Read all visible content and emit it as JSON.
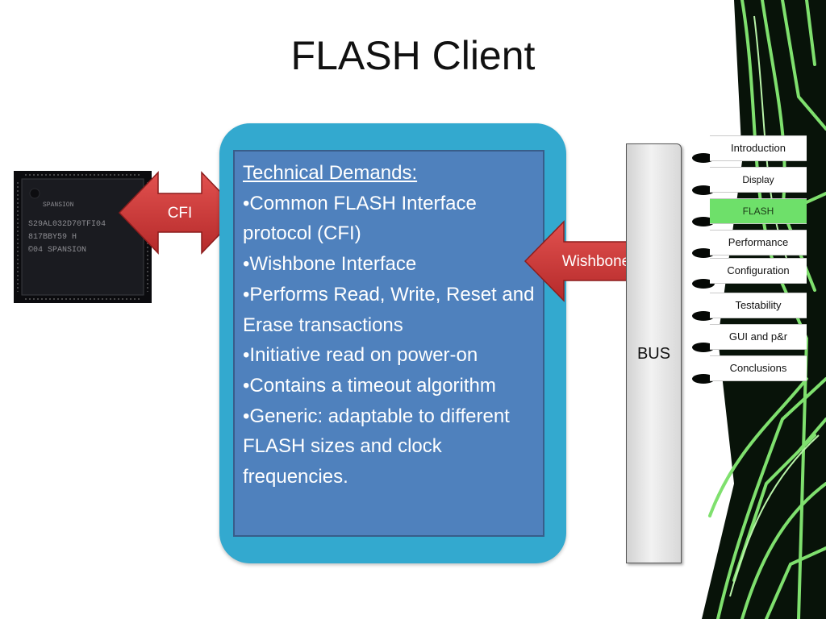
{
  "slide": {
    "title": "FLASH Client"
  },
  "left_arrow": {
    "label": "CFI"
  },
  "right_arrow": {
    "label": "Wishbone"
  },
  "panel": {
    "heading": "Technical Demands:",
    "items": [
      "•Common FLASH Interface protocol  (CFI)",
      "•Wishbone Interface",
      "•Performs Read, Write, Reset and Erase transactions",
      "•Initiative read on power-on",
      "•Contains a timeout algorithm",
      "•Generic: adaptable to different FLASH sizes and clock frequencies."
    ]
  },
  "bus": {
    "label": "BUS"
  },
  "chip": {
    "lines": [
      "SPANSION",
      "S29AL032D70TFI04",
      "817BBY59 H",
      "©04 SPANSION"
    ]
  },
  "nav": {
    "active_index": 2,
    "items": [
      "Introduction",
      "Display",
      "FLASH",
      "Performance",
      "Configuration",
      "Testability",
      "GUI and p&r",
      "Conclusions"
    ]
  },
  "colors": {
    "panel_outer": "#33a9cf",
    "panel_inner": "#4f81bd",
    "arrow_red": "#d23c3c",
    "nav_active": "#6ee06a",
    "pcb_trace": "#7fe06e"
  }
}
